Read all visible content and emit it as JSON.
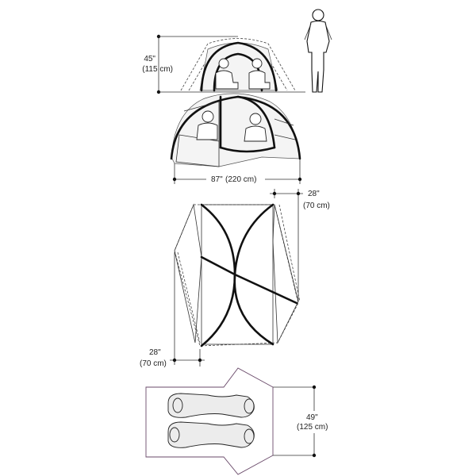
{
  "dimensions": {
    "peak_height": {
      "imperial": "45\"",
      "metric": "(115 cm)"
    },
    "floor_length": {
      "imperial": "87\"",
      "metric": "(220 cm)"
    },
    "vestibule_depth_right": {
      "imperial": "28\"",
      "metric": "(70 cm)"
    },
    "vestibule_depth_left": {
      "imperial": "28\"",
      "metric": "(70 cm)"
    },
    "floor_width": {
      "imperial": "49\"",
      "metric": "(125 cm)"
    }
  }
}
